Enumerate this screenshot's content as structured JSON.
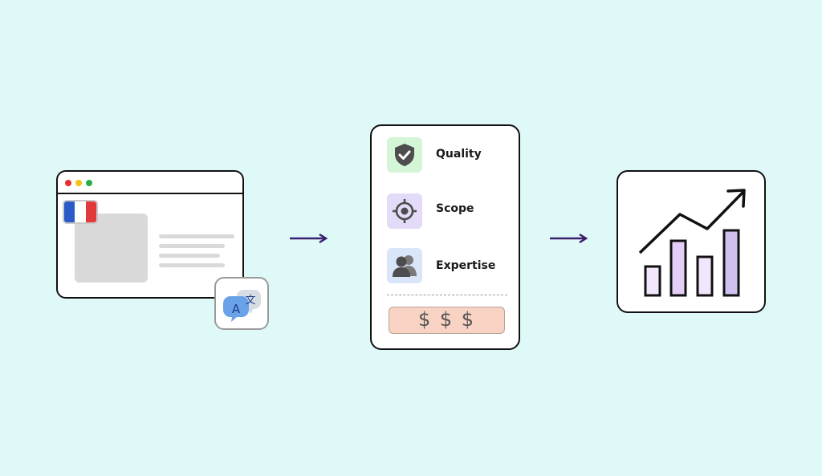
{
  "colors": {
    "background": "#dff8f8",
    "arrow": "#3a1f6e",
    "dot_red": "#e62e2e",
    "dot_yellow": "#f2c413",
    "dot_green": "#27b04a",
    "flag_blue": "#2a5bc9",
    "flag_white": "#ffffff",
    "flag_red": "#e23a3a",
    "quality_bg": "#d4f5d6",
    "scope_bg": "#e3dbf7",
    "expertise_bg": "#d9e5f8",
    "cost_bg": "#f8d2c3",
    "bar_light": "#f1e6fb",
    "bar_mid": "#e3cff6",
    "bar_dark": "#cfc0ef"
  },
  "browser": {
    "flag_icon": "france-flag-icon",
    "translate_icon": "translate-icon",
    "translate_glyph_latin": "A",
    "translate_glyph_cjk": "文"
  },
  "factors": [
    {
      "label": "Quality",
      "icon": "shield-check-icon"
    },
    {
      "label": "Scope",
      "icon": "target-icon"
    },
    {
      "label": "Expertise",
      "icon": "users-icon"
    }
  ],
  "cost": {
    "label": "$ $ $"
  },
  "growth": {
    "icon": "bar-chart-trend-up-icon"
  }
}
